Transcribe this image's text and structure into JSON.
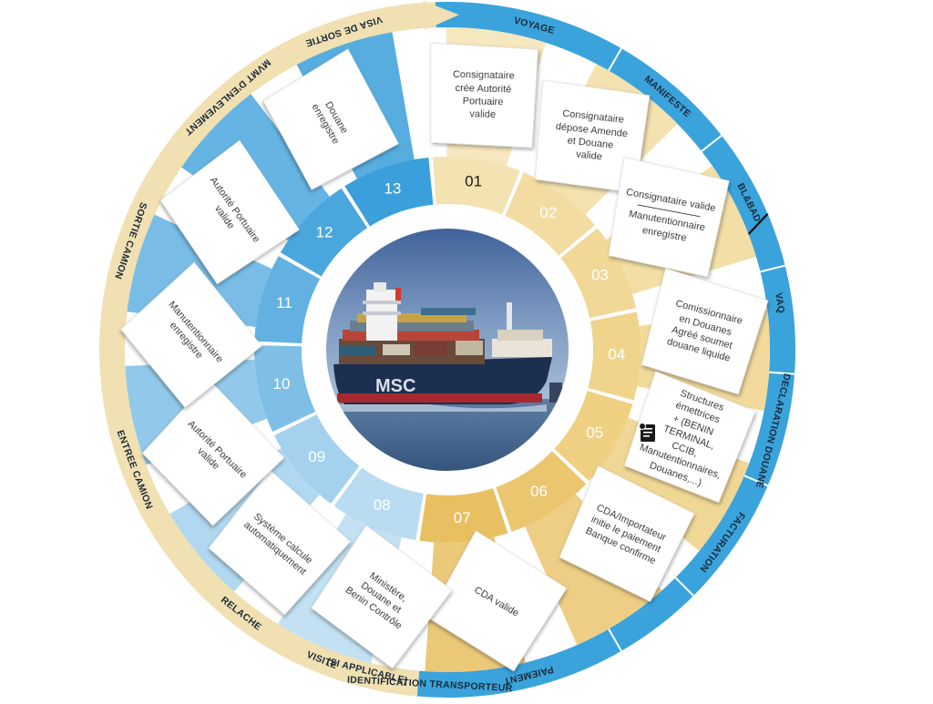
{
  "steps": [
    {
      "num": "01",
      "lines": [
        "Consignataire",
        "crée Autorité",
        "Portuaire",
        "valide"
      ]
    },
    {
      "num": "02",
      "lines": [
        "Consignataire",
        "dépose Amende",
        "et Douane",
        "valide"
      ]
    },
    {
      "num": "03",
      "lines": [
        "Consignataire valide",
        "—",
        "Manutentionnaire",
        "enregistre"
      ]
    },
    {
      "num": "04",
      "lines": [
        "Comissionnaire",
        "en Douanes",
        "Agréé soumet",
        "douane liquide"
      ]
    },
    {
      "num": "05",
      "lines": [
        "Structures émettrices",
        "+ (BENIN TERMINAL,",
        "CCIB,",
        "Manutentionnaires,",
        "Douanes,...)"
      ]
    },
    {
      "num": "06",
      "lines": [
        "CDA/Importateur",
        "initie le paiement",
        "Banque confirme"
      ]
    },
    {
      "num": "07",
      "lines": [
        "CDA valide"
      ]
    },
    {
      "num": "08",
      "lines": [
        "Ministère,",
        "Douane et",
        "Benin Contrôle"
      ]
    },
    {
      "num": "09",
      "lines": [
        "Système calcule",
        "automatiquement"
      ]
    },
    {
      "num": "10",
      "lines": [
        "Autorité Portuaire",
        "valide"
      ]
    },
    {
      "num": "11",
      "lines": [
        "Manutentionnaire",
        "enregistre"
      ]
    },
    {
      "num": "12",
      "lines": [
        "Autorité Portuaire",
        "valide"
      ]
    },
    {
      "num": "13",
      "lines": [
        "Douane",
        "enregistre"
      ]
    }
  ],
  "phases": [
    {
      "label": "VOYAGE",
      "side": "blue"
    },
    {
      "label": "MANIFESTE",
      "side": "blue"
    },
    {
      "label": "BL&BAD",
      "side": "blue"
    },
    {
      "label": "VAQ",
      "side": "blue"
    },
    {
      "label": "DECLARATION DOUANE",
      "side": "blue"
    },
    {
      "label": "FACTURATION",
      "side": "blue"
    },
    {
      "label": "PAIEMENT",
      "side": "blue"
    },
    {
      "label": "IDENTIFICATION TRANSPORTEUR",
      "side": "blue"
    },
    {
      "label": "VISITE",
      "side": "tan"
    },
    {
      "label": "(SI APPLICABLE)",
      "side": "tan"
    },
    {
      "label": "RELACHE",
      "side": "tan"
    },
    {
      "label": "ENTREE CAMION",
      "side": "tan"
    },
    {
      "label": "SORTIE CAMION",
      "side": "tan"
    },
    {
      "label": "MVMT D'ENLEVEMENT",
      "side": "tan"
    },
    {
      "label": "VISA DE SORTIE",
      "side": "tan"
    }
  ],
  "ship": {
    "hull_text": "MSC"
  },
  "colors": {
    "outer_blue": "#3aa3dc",
    "outer_tan": "#f1e0b2",
    "ring_text": "#1b2b3a",
    "step_colors": [
      "#f3e3b3",
      "#f2dca2",
      "#f1d896",
      "#f0d48b",
      "#efd082",
      "#ebc66f",
      "#e8c062",
      "#b9dcf0",
      "#a3d1ee",
      "#7fbfe6",
      "#62b1e2",
      "#4aa7de",
      "#3a9fdb"
    ]
  },
  "icons": {
    "document": "document-icon"
  }
}
